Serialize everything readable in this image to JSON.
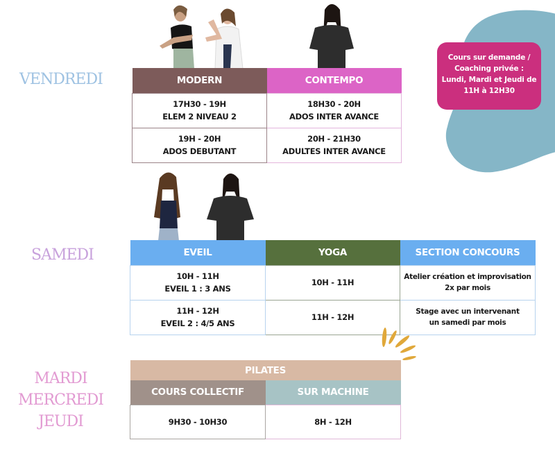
{
  "colors": {
    "modern_header": "#7d5b5a",
    "contempo_header": "#dc64c6",
    "eveil_header": "#6aaef0",
    "yoga_header": "#56703d",
    "concours_header": "#6aaef0",
    "pilates_header": "#d8b9a4",
    "cours_collectif_header": "#a0918a",
    "sur_machine_header": "#a7c3c5",
    "promo_bg": "#cb2f7e",
    "blob": "#85b6c7",
    "rays": "#e0a83a"
  },
  "promo": {
    "lines": [
      "Cours sur demande /",
      "Coaching privée :",
      "Lundi, Mardi et Jeudi de",
      "11H à 12H30"
    ]
  },
  "vendredi": {
    "day_label": "VENDREDI",
    "columns": [
      {
        "header": "MODERN",
        "cells": [
          {
            "time": "17H30 - 19H",
            "level": "ELEM 2 NIVEAU 2"
          },
          {
            "time": "19H - 20H",
            "level": "ADOS DEBUTANT"
          }
        ]
      },
      {
        "header": "CONTEMPO",
        "cells": [
          {
            "time": "18H30 - 20H",
            "level": "ADOS INTER AVANCE"
          },
          {
            "time": "20H - 21H30",
            "level": "ADULTES INTER AVANCE"
          }
        ]
      }
    ]
  },
  "samedi": {
    "day_label": "SAMEDI",
    "columns": [
      {
        "header": "EVEIL",
        "cells": [
          {
            "time": "10H - 11H",
            "level": "EVEIL 1 : 3 ANS"
          },
          {
            "time": "11H - 12H",
            "level": "EVEIL 2 : 4/5 ANS"
          }
        ]
      },
      {
        "header": "YOGA",
        "cells": [
          {
            "time": "10H - 11H"
          },
          {
            "time": "11H - 12H"
          }
        ]
      },
      {
        "header": "SECTION CONCOURS",
        "cells": [
          {
            "line1": "Atelier création et improvisation",
            "line2": "2x par mois"
          },
          {
            "line1": "Stage avec un intervenant",
            "line2": "un samedi par mois"
          }
        ]
      }
    ]
  },
  "pilates": {
    "day_lines": [
      "MARDI",
      "MERCREDI",
      "JEUDI"
    ],
    "header": "PILATES",
    "columns": [
      {
        "header": "COURS COLLECTIF",
        "time": "9H30 - 10H30"
      },
      {
        "header": "SUR MACHINE",
        "time": "8H - 12H"
      }
    ]
  }
}
